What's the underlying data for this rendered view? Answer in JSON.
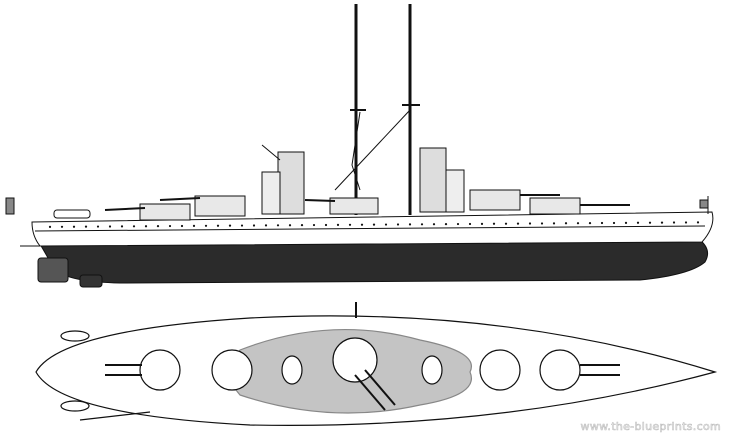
{
  "drawing": {
    "subject": "battleship",
    "views": [
      "side-profile",
      "top-plan"
    ],
    "colors": {
      "ink": "#111111",
      "hull_below": "#2a2a2a",
      "deck_grey": "#bcbcbc",
      "paper": "#ffffff"
    }
  },
  "watermark": "www.the-blueprints.com"
}
